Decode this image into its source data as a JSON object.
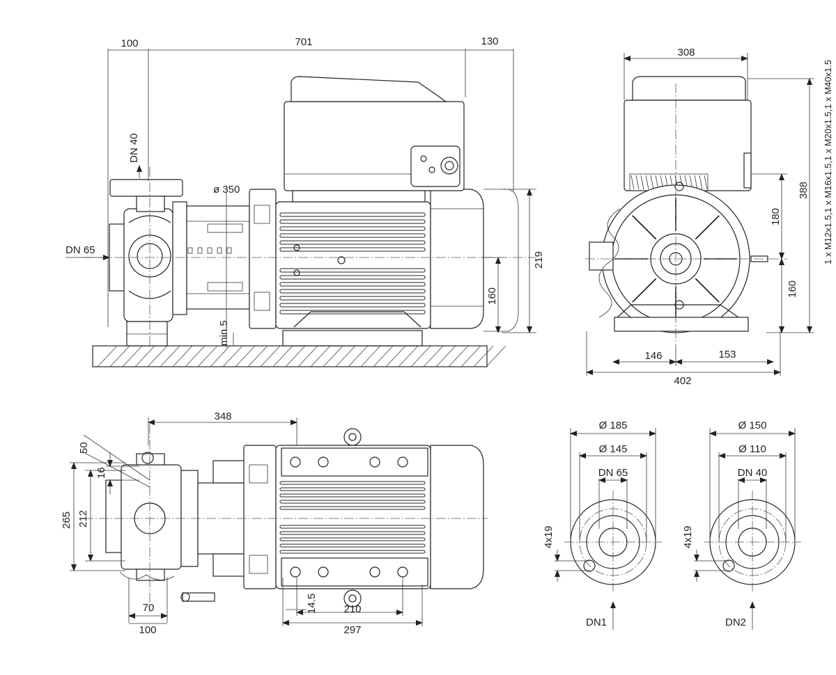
{
  "side_view": {
    "dims": {
      "inlet_offset": "100",
      "overall_length": "701",
      "motor_overhang": "130",
      "suction_nozzle": "DN 40",
      "flange_diameter": "ø 350",
      "discharge_nozzle": "DN 65",
      "total_height": "219",
      "shaft_height": "160",
      "min_clearance": "min.5"
    }
  },
  "end_view": {
    "dims": {
      "top_width": "308",
      "height_to_box": "388",
      "box_offset": "180",
      "shaft_height": "160",
      "left_half": "146",
      "right_half": "153",
      "overall_width": "402",
      "cable_glands": "1 x M12x1.5,1 x M16x1.5,1 x M20x1.5,1 x M40x1.5"
    }
  },
  "top_view": {
    "dims": {
      "nozzle_distance": "348",
      "angle": "50",
      "lip": "16",
      "outer_width": "265",
      "inner_width": "212",
      "foot_spacing": "70",
      "base_offset": "100",
      "bolt_hole": "14.5",
      "foot_length": "210",
      "base_length": "297"
    }
  },
  "flange_dn65": {
    "outer_d": "Ø 185",
    "bolt_circle_d": "Ø 145",
    "nominal": "DN 65",
    "holes": "4x19",
    "label": "DN1"
  },
  "flange_dn40": {
    "outer_d": "Ø 150",
    "bolt_circle_d": "Ø 110",
    "nominal": "DN 40",
    "holes": "4x19",
    "label": "DN2"
  }
}
